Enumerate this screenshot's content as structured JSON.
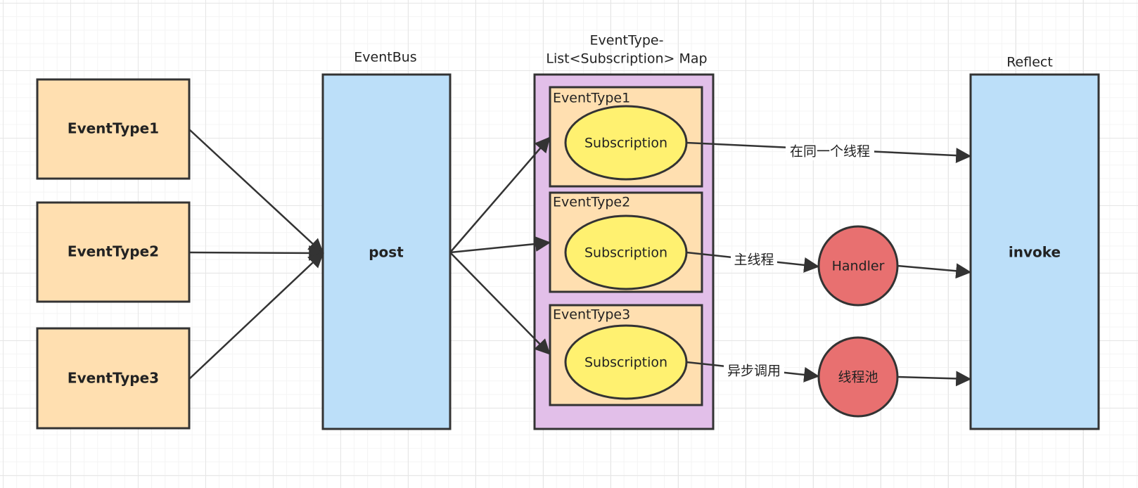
{
  "colors": {
    "event_type_fill": "#ffdfb0",
    "bus_fill": "#bcdff9",
    "map_fill": "#e2bfe9",
    "subscription_fill": "#fff170",
    "executor_fill": "#e87070",
    "stroke": "#333333"
  },
  "sources": {
    "event_type_1": "EventType1",
    "event_type_2": "EventType2",
    "event_type_3": "EventType3"
  },
  "eventbus": {
    "caption": "EventBus",
    "node_label": "post"
  },
  "map": {
    "caption_line1": "EventType-",
    "caption_line2": "List<Subscription> Map",
    "entries": [
      {
        "type_label": "EventType1",
        "subscription_label": "Subscription"
      },
      {
        "type_label": "EventType2",
        "subscription_label": "Subscription"
      },
      {
        "type_label": "EventType3",
        "subscription_label": "Subscription"
      }
    ]
  },
  "executors": {
    "handler_label": "Handler",
    "pool_label": "线程池"
  },
  "edge_labels": {
    "same_thread": "在同一个线程",
    "main_thread": "主线程",
    "async_call": "异步调用"
  },
  "reflect": {
    "caption": "Reflect",
    "node_label": "invoke"
  }
}
